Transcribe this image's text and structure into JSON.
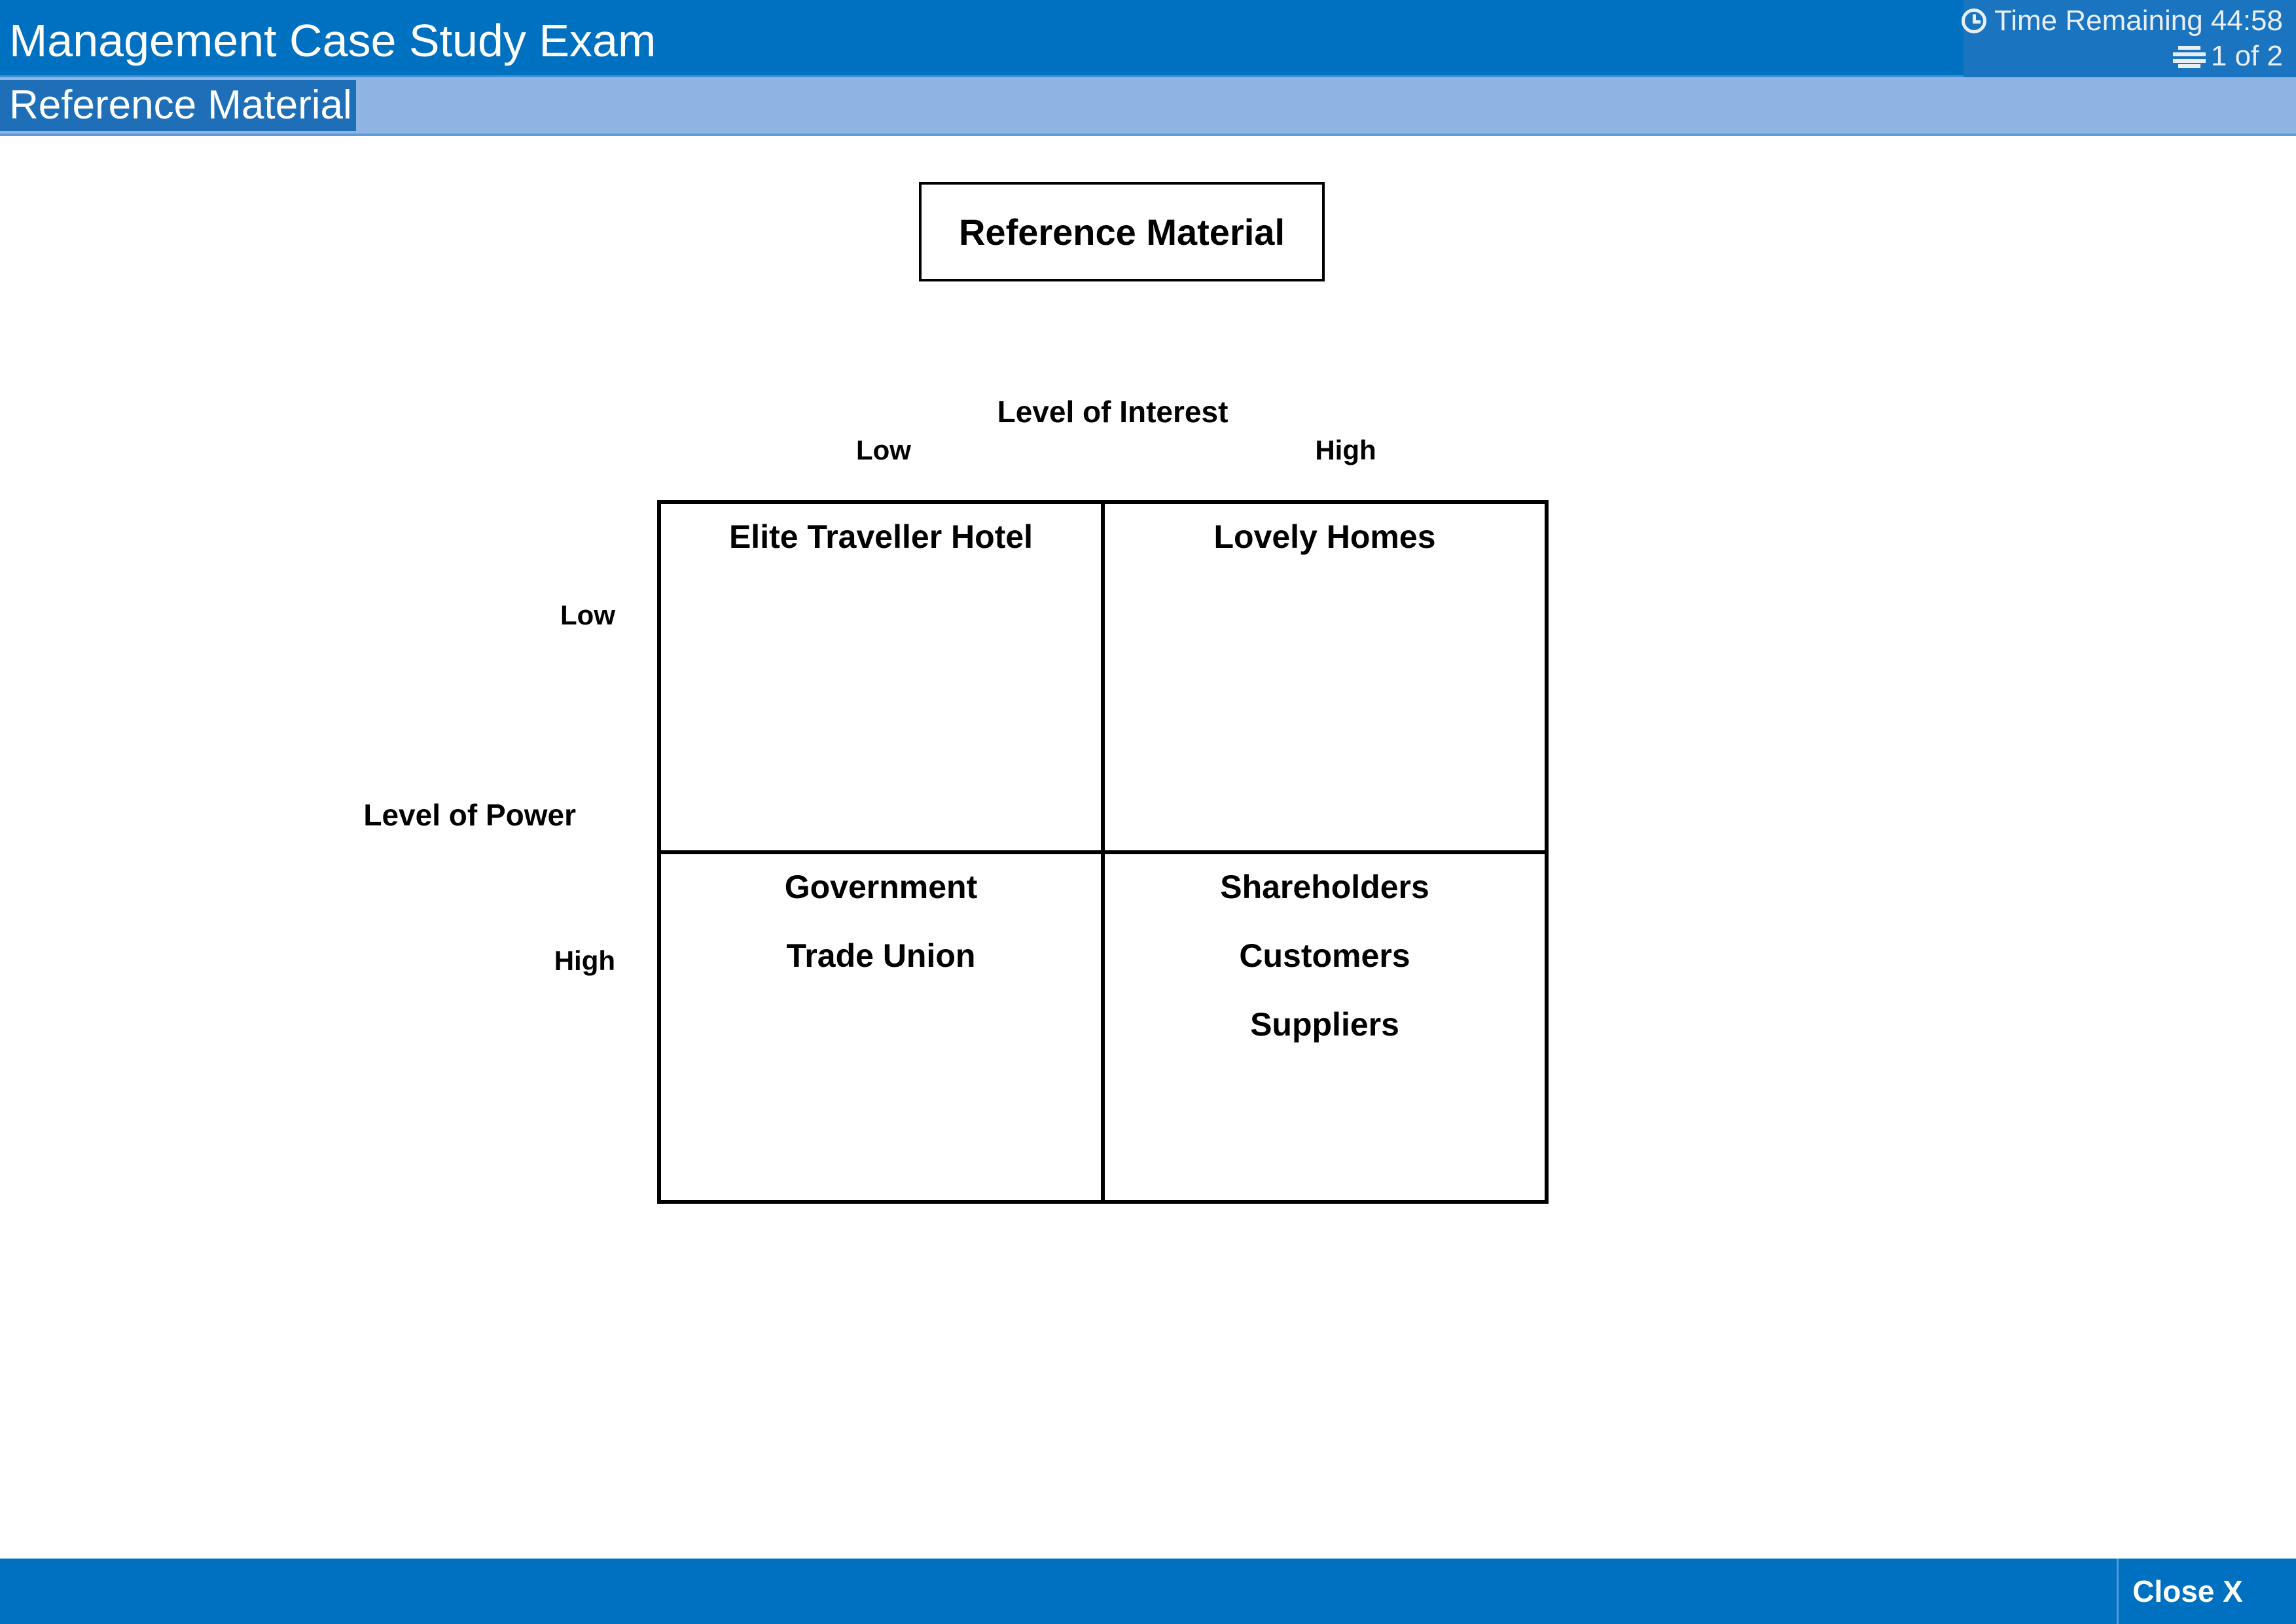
{
  "header": {
    "title": "Management Case Study Exam",
    "timer_label": "Time Remaining 44:58",
    "page_indicator": "1 of 2",
    "colors": {
      "bar": "#0070c0",
      "subbar": "#8db4e2",
      "tab": "#1e6fb8"
    }
  },
  "subheader": {
    "tab_label": "Reference Material"
  },
  "content": {
    "box_title": "Reference Material",
    "interest_axis": {
      "title": "Level of Interest",
      "low": "Low",
      "high": "High"
    },
    "power_axis": {
      "title": "Level of Power",
      "low": "Low",
      "high": "High"
    },
    "matrix": {
      "top_left": [
        "Elite Traveller Hotel"
      ],
      "top_right": [
        "Lovely Homes"
      ],
      "bottom_left": [
        "Government",
        "Trade Union"
      ],
      "bottom_right": [
        "Shareholders",
        "Customers",
        "Suppliers"
      ]
    }
  },
  "footer": {
    "close_label": "Close X"
  }
}
